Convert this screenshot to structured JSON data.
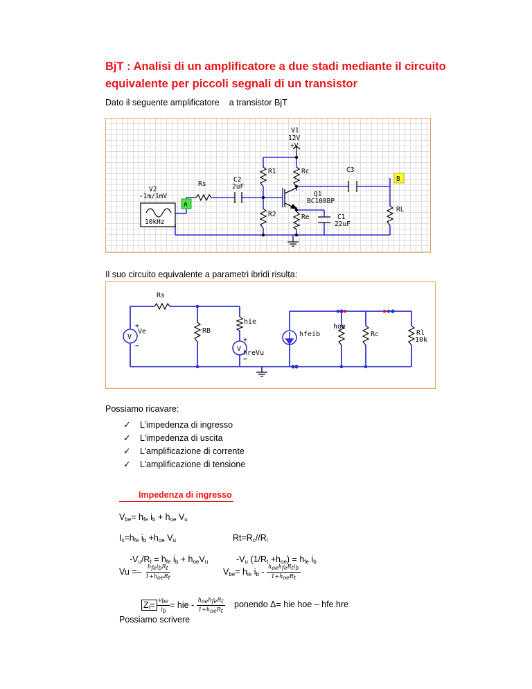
{
  "title": "BjT : Analisi di un amplificatore a due stadi mediante il circuito equivalente  per piccoli segnali  di un transistor",
  "intro": {
    "part1": "Dato il seguente  amplificatore",
    "part2": "a transistor BjT"
  },
  "schematic1": {
    "v1_name": "V1",
    "v1_value": "12V",
    "v1_node": "+V",
    "r1": "R1",
    "rc": "Rc",
    "c3": "C3",
    "node_b": "B",
    "v2_name": "V2",
    "v2_value": "-1m/1mV",
    "v2_freq": "10kHz",
    "rs": "Rs",
    "c2_name": "C2",
    "c2_value": "2uF",
    "node_a": "A",
    "q1_name": "Q1",
    "q1_model": "BC108BP",
    "r2": "R2",
    "re": "Re",
    "c1_name": "C1",
    "c1_value": "22uF",
    "rl": "RL"
  },
  "caption": "Il suo  circuito equivalente a parametri ibridi risulta:",
  "schematic2": {
    "rs": "Rs",
    "ve": "Ve",
    "ve_plus": "+",
    "ve_minus": "−",
    "ve_symbol": "V",
    "rb": "RB",
    "hie": "hie",
    "hrevu": "hreVu",
    "hrevu_plus": "+",
    "hrevu_minus": "−",
    "hrevu_symbol": "V",
    "hfeib": "hfeib",
    "hoe": "hoe",
    "rc": "Rc",
    "rl": "Rl",
    "rl_value": "10k"
  },
  "possiamo": "Possiamo ricavare:",
  "checklist": [
    "L’impedenza di ingresso",
    "L’impedenza di uscita",
    "L’amplificazione di corrente",
    "L’amplificazione di tensione"
  ],
  "check_icon": "✓",
  "section_title": "Impedenza di ingresso",
  "eq": {
    "vbe_left": "V",
    "vbe_sub": "be",
    "vbe_rest": "= h",
    "fe": "fe",
    "ib": "i",
    "b": "b",
    "plus_hoe": " + h",
    "oe": "oe",
    "vu": " V",
    "u": "u",
    "ic": "I",
    "c": "c",
    "ic_rest": "=h",
    "ic_mid": " +h",
    "rt": "Rt=R",
    "rt_c": "c",
    "rt_mid": "//R",
    "rt_l": "l",
    "line3_a": "-V",
    "line3_b": "/R",
    "line3_t": "t",
    "line3_c": " = h",
    "line3_d": " + h",
    "line3_e": "V",
    "line3r_a": "-V",
    "line3r_b": " (1/R",
    "line3r_c": " +h",
    "line3r_d": ") = h",
    "vu_eq": "Vu =–",
    "frac1_num": "hƒe i♭ Rt",
    "one_plus": "1+h",
    "vbe2_a": "V",
    "vbe2_b": "= h",
    "vbe2_c": "ie",
    "vbe2_d": " i",
    "vbe2_e": " - ",
    "zi": "Z",
    "zi_sub": "i",
    "zi_eq": "=",
    "frac_vbe": "v",
    "frac_ib": "i",
    "zi_rest": "= hie - ",
    "ponendo": "ponendo  Δ= hie hoe – hfe hre",
    "scrivere": "Possiamo scrivere"
  }
}
